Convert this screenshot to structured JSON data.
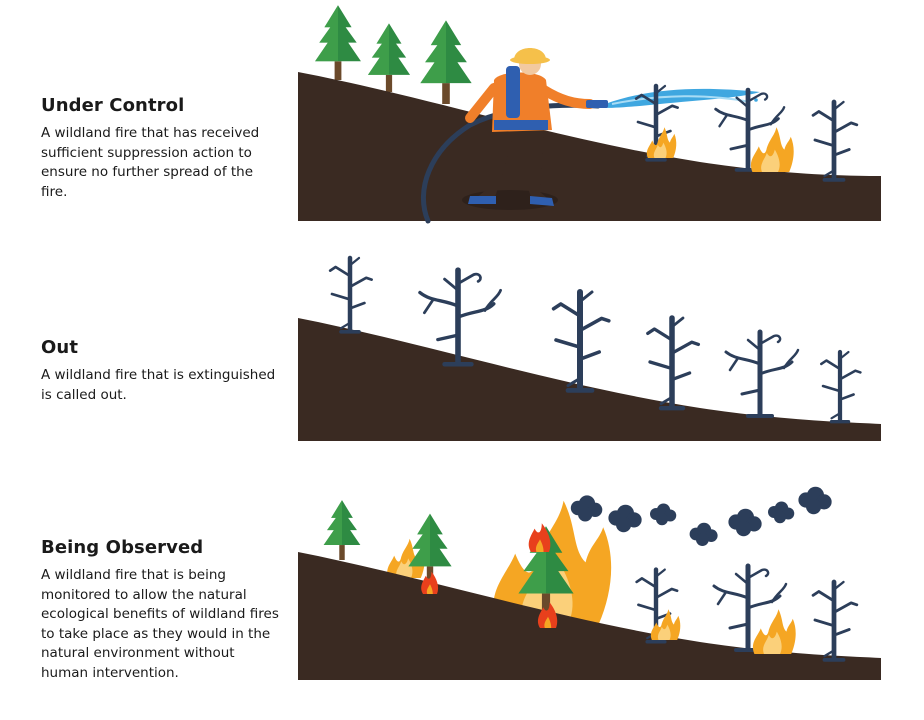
{
  "panels": [
    {
      "id": "under-control",
      "title": "Under Control",
      "description": "A wildland fire that has received sufficient suppression action to ensure no further spread of the fire."
    },
    {
      "id": "out",
      "title": "Out",
      "description": "A wildland fire that is extinguished is called out."
    },
    {
      "id": "being-observed",
      "title": "Being Observed",
      "description": "A wildland fire that is being monitored to allow the natural ecological benefits of wildland fires to take place as they would in the natural environment without human intervention."
    }
  ],
  "colors": {
    "ground": "#3a2a22",
    "tree_green": "#2e8b43",
    "tree_green_light": "#4caf50",
    "trunk": "#6b4a2b",
    "dead_tree": "#2c3e5a",
    "flame_outer": "#f5a623",
    "flame_inner": "#e8401c",
    "water": "#3fa7e0",
    "smoke": "#2c3e5a",
    "firefighter_shirt": "#f07f2a",
    "firefighter_helmet": "#f5c04a"
  },
  "icons": [
    "pine-tree-icon",
    "dead-tree-icon",
    "flame-icon",
    "smoke-cloud-icon",
    "firefighter-icon",
    "hose-icon"
  ]
}
